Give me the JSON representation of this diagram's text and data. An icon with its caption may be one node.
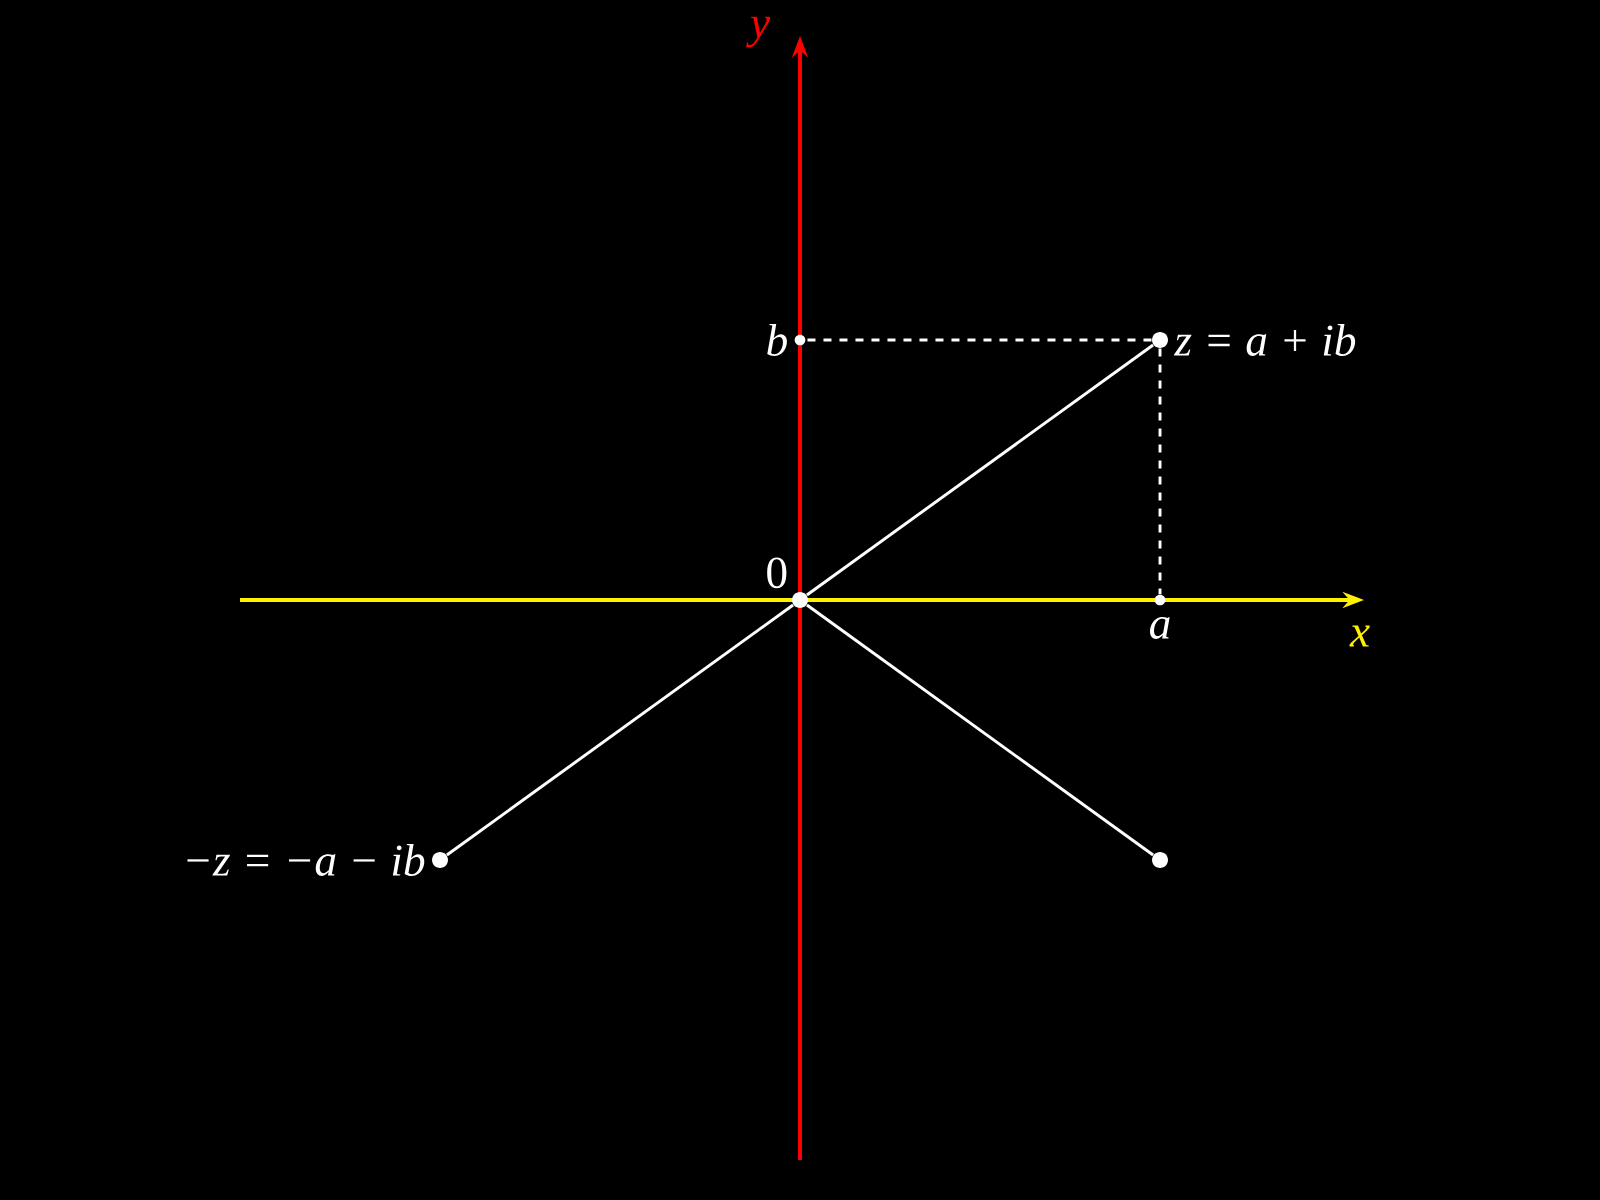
{
  "diagram": {
    "nodes": [
      {
        "text": [
          "0"
        ]
      },
      {
        "text": [
          "z = a + ib"
        ]
      },
      {
        "text": [
          "−z = −a − ib"
        ]
      },
      {
        "text": [],
        "shape": "circle"
      },
      {
        "text": [
          "b"
        ]
      },
      {
        "text": [
          "a"
        ]
      }
    ],
    "edges": [
      {
        "from": 0,
        "to": 1,
        "arrow": "none"
      },
      {
        "from": 0,
        "to": 2,
        "arrow": "none"
      },
      {
        "from": 0,
        "to": 3,
        "arrow": "none"
      },
      {
        "from": 1,
        "to": 4,
        "arrow": "none",
        "style": "dashed"
      },
      {
        "from": 1,
        "to": 5,
        "arrow": "none",
        "style": "dashed"
      }
    ],
    "labels": [
      "y",
      "x"
    ]
  }
}
